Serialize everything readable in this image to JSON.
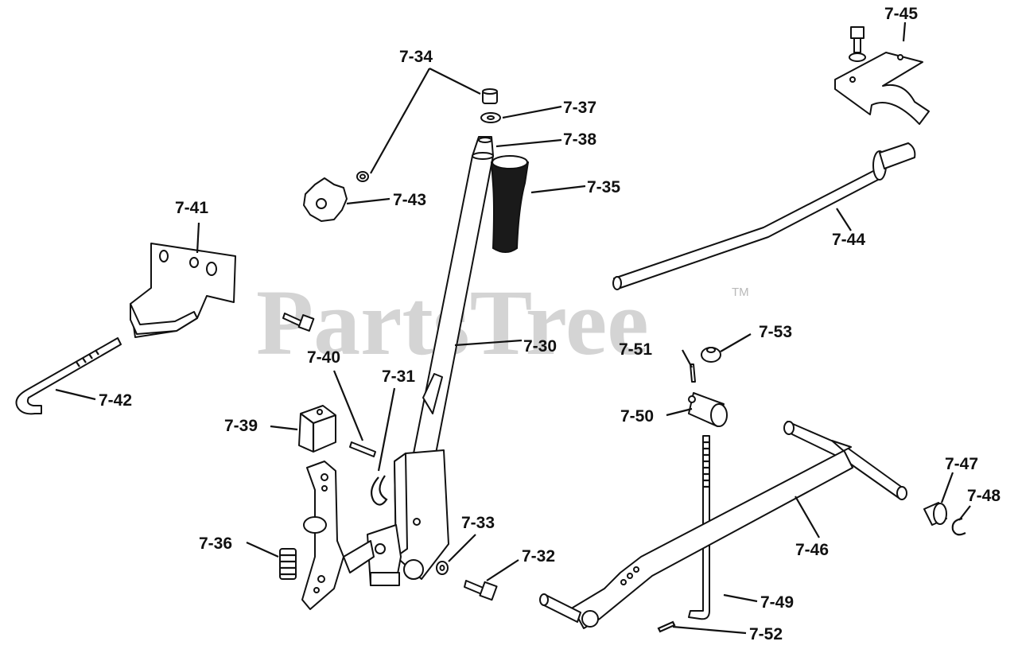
{
  "watermark": {
    "text": "PartsTree",
    "trademark": "TM"
  },
  "callouts": {
    "p7_30": "7-30",
    "p7_31": "7-31",
    "p7_32": "7-32",
    "p7_33": "7-33",
    "p7_34": "7-34",
    "p7_35": "7-35",
    "p7_36": "7-36",
    "p7_37": "7-37",
    "p7_38": "7-38",
    "p7_39": "7-39",
    "p7_40": "7-40",
    "p7_41": "7-41",
    "p7_42": "7-42",
    "p7_43": "7-43",
    "p7_44": "7-44",
    "p7_45": "7-45",
    "p7_46": "7-46",
    "p7_47": "7-47",
    "p7_48": "7-48",
    "p7_49": "7-49",
    "p7_50": "7-50",
    "p7_51": "7-51",
    "p7_52": "7-52",
    "p7_53": "7-53"
  }
}
